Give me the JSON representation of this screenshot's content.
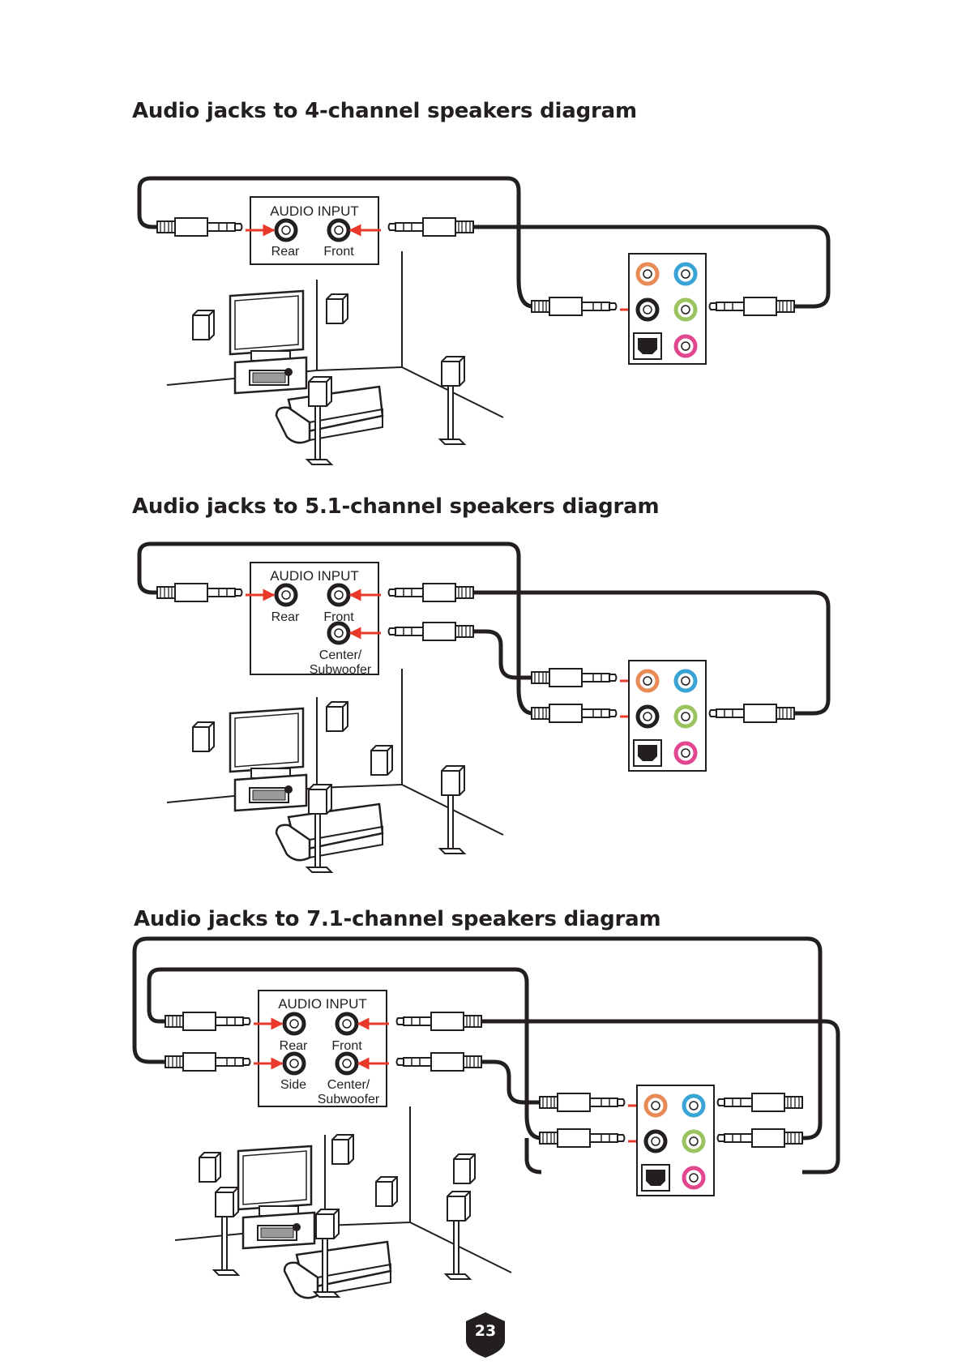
{
  "page_number": "23",
  "diagrams": [
    {
      "title": "Audio jacks to 4-channel speakers diagram",
      "box_title": "AUDIO INPUT",
      "labels": [
        "Rear",
        "Front"
      ]
    },
    {
      "title": "Audio jacks to 5.1-channel speakers diagram",
      "box_title": "AUDIO INPUT",
      "labels": [
        "Rear",
        "Front",
        "Center/",
        "Subwoofer"
      ]
    },
    {
      "title": "Audio jacks to 7.1-channel speakers diagram",
      "box_title": "AUDIO INPUT",
      "labels": [
        "Rear",
        "Front",
        "Side",
        "Center/",
        "Subwoofer"
      ]
    }
  ],
  "colors": {
    "arrow": "#e8392b",
    "cable": "#231f20",
    "jack_orange": "#e88a55",
    "jack_blue": "#3aa3d6",
    "jack_green": "#9bc460",
    "jack_pink": "#e2468f",
    "jack_black": "#231f20"
  }
}
